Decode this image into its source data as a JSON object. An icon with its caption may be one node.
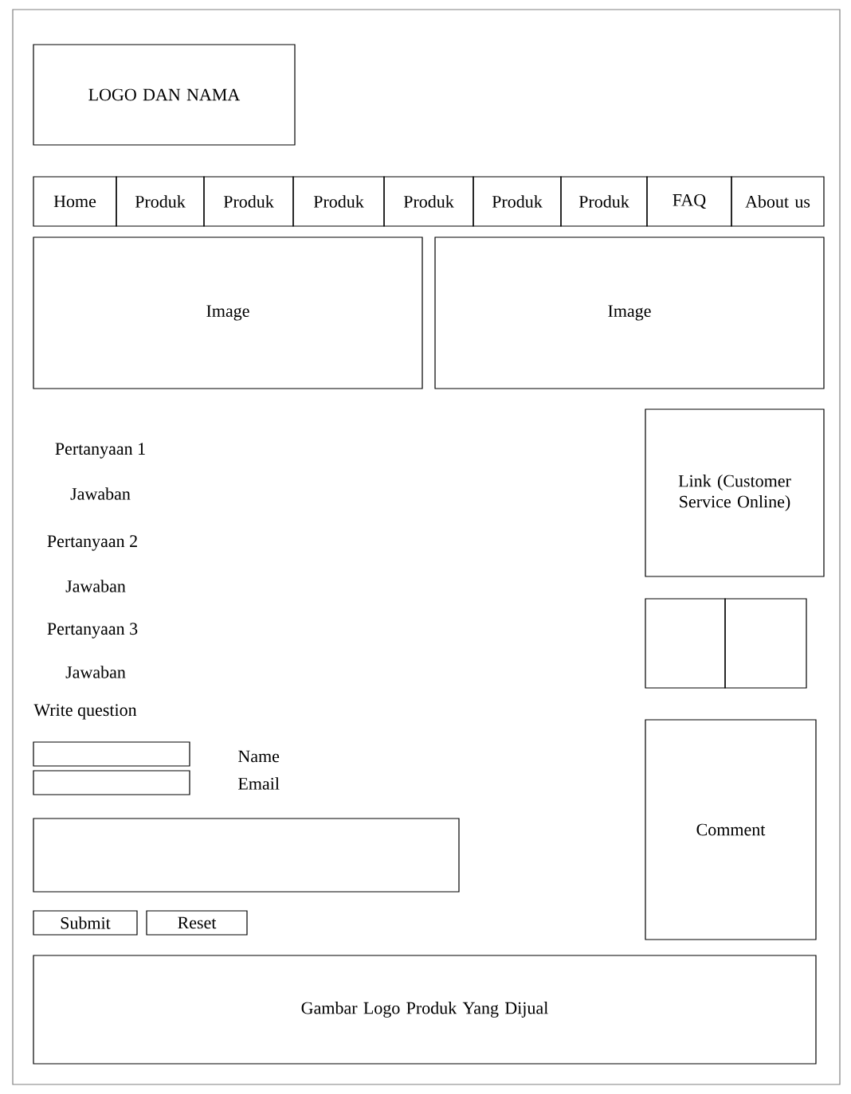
{
  "diagram": {
    "nodes": [
      {
        "text": [
          "LOGO DAN NAMA"
        ]
      },
      {
        "text": [
          "Home"
        ]
      },
      {
        "text": [
          "Produk"
        ]
      },
      {
        "text": [
          "Produk"
        ]
      },
      {
        "text": [
          "Produk"
        ]
      },
      {
        "text": [
          "Produk"
        ]
      },
      {
        "text": [
          "Produk"
        ]
      },
      {
        "text": [
          "Produk"
        ]
      },
      {
        "text": [
          "FAQ"
        ]
      },
      {
        "text": [
          "About us"
        ]
      },
      {
        "text": [
          "Image"
        ]
      },
      {
        "text": [
          "Image"
        ]
      },
      {
        "text": [
          "Link (Customer Service Online)"
        ]
      },
      {
        "text": [],
        "shape": "box"
      },
      {
        "text": [],
        "shape": "box"
      },
      {
        "text": [
          "Comment"
        ]
      },
      {
        "text": [],
        "shape": "box"
      },
      {
        "text": [],
        "shape": "box"
      },
      {
        "text": [],
        "shape": "box"
      },
      {
        "text": [
          "Submit"
        ]
      },
      {
        "text": [
          "Reset"
        ]
      },
      {
        "text": [
          "Gambar Logo Produk Yang Dijual"
        ]
      }
    ],
    "labels": [
      "Pertanyaan 1",
      "Jawaban",
      "Pertanyaan 2",
      "Jawaban",
      "Pertanyaan 3",
      "Jawaban",
      "Write question",
      "Name",
      "Email"
    ]
  }
}
